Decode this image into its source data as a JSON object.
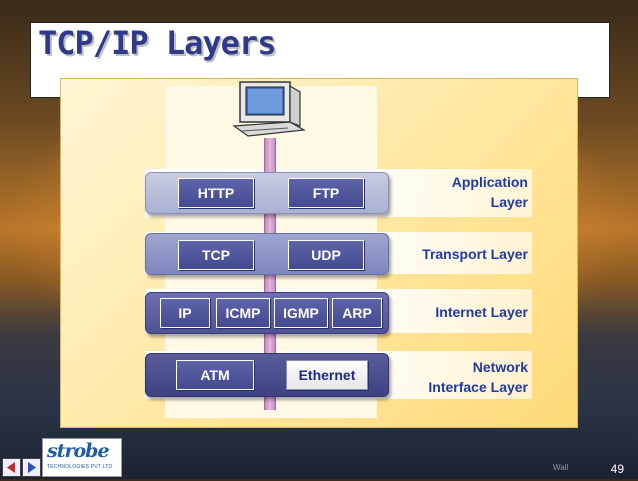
{
  "title": "TCP/IP Layers",
  "layers": [
    {
      "label_line1": "Application",
      "label_line2": "Layer",
      "protocols": [
        "HTTP",
        "FTP"
      ]
    },
    {
      "label_line1": "",
      "label_line2": "Transport Layer",
      "protocols": [
        "TCP",
        "UDP"
      ]
    },
    {
      "label_line1": "",
      "label_line2": "Internet Layer",
      "protocols": [
        "IP",
        "ICMP",
        "IGMP",
        "ARP"
      ]
    },
    {
      "label_line1": "Network",
      "label_line2": "Interface Layer",
      "protocols": [
        "ATM",
        "Ethernet"
      ]
    }
  ],
  "logo": {
    "name": "strobe",
    "tagline": "TECHNOLOGIES PVT LTD"
  },
  "watermark": "Wall",
  "page_number": "49",
  "icons": [
    "computer-icon",
    "prev-slide-icon",
    "next-slide-icon"
  ],
  "colors": {
    "title": "#2e3a8c",
    "layer_label": "#1e3aa8",
    "protocol_box": "#434a92"
  }
}
